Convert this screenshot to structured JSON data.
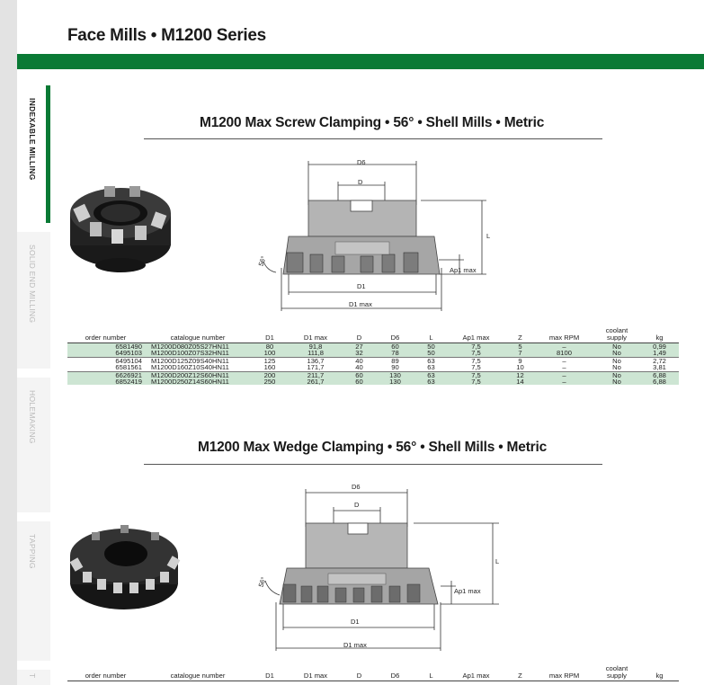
{
  "page": {
    "title": "Face Mills • M1200 Series"
  },
  "side_tabs": [
    {
      "label": "INDEXABLE MILLING",
      "active": true
    },
    {
      "label": "SOLID END MILLING",
      "active": false
    },
    {
      "label": "HOLEMAKING",
      "active": false
    },
    {
      "label": "TAPPING",
      "active": false
    },
    {
      "label": "T",
      "active": false
    }
  ],
  "colors": {
    "brand_green": "#0a7a35",
    "row_highlight": "#cde5d3"
  },
  "sections": [
    {
      "title": "M1200 Max Screw Clamping • 56° • Shell Mills • Metric",
      "drawing": {
        "d6": "D6",
        "d": "D",
        "l": "L",
        "angle": "56°",
        "ap1": "Ap1 max",
        "d1": "D1",
        "d1max": "D1 max"
      },
      "table": {
        "headers": [
          "order number",
          "catalogue number",
          "D1",
          "D1 max",
          "D",
          "D6",
          "L",
          "Ap1 max",
          "Z",
          "max RPM",
          "coolant supply",
          "kg"
        ],
        "rows": [
          [
            "6581490",
            "M1200D080Z05S27HN11",
            "80",
            "91,8",
            "27",
            "60",
            "50",
            "7,5",
            "5",
            "–",
            "No",
            "0,99"
          ],
          [
            "6495103",
            "M1200D100Z07S32HN11",
            "100",
            "111,8",
            "32",
            "78",
            "50",
            "7,5",
            "7",
            "8100",
            "No",
            "1,49"
          ],
          [
            "6495104",
            "M1200D125Z09S40HN11",
            "125",
            "136,7",
            "40",
            "89",
            "63",
            "7,5",
            "9",
            "–",
            "No",
            "2,72"
          ],
          [
            "6581561",
            "M1200D160Z10S40HN11",
            "160",
            "171,7",
            "40",
            "90",
            "63",
            "7,5",
            "10",
            "–",
            "No",
            "3,81"
          ],
          [
            "6626921",
            "M1200D200Z12S60HN11",
            "200",
            "211,7",
            "60",
            "130",
            "63",
            "7,5",
            "12",
            "–",
            "No",
            "6,88"
          ],
          [
            "6852419",
            "M1200D250Z14S60HN11",
            "250",
            "261,7",
            "60",
            "130",
            "63",
            "7,5",
            "14",
            "–",
            "No",
            "6,88"
          ]
        ]
      }
    },
    {
      "title": "M1200 Max Wedge Clamping • 56° • Shell Mills • Metric",
      "drawing": {
        "d6": "D6",
        "d": "D",
        "l": "L",
        "angle": "56°",
        "ap1": "Ap1 max",
        "d1": "D1",
        "d1max": "D1 max"
      },
      "table": {
        "headers": [
          "order number",
          "catalogue number",
          "D1",
          "D1 max",
          "D",
          "D6",
          "L",
          "Ap1 max",
          "Z",
          "max RPM",
          "coolant supply",
          "kg"
        ],
        "rows": []
      }
    }
  ]
}
